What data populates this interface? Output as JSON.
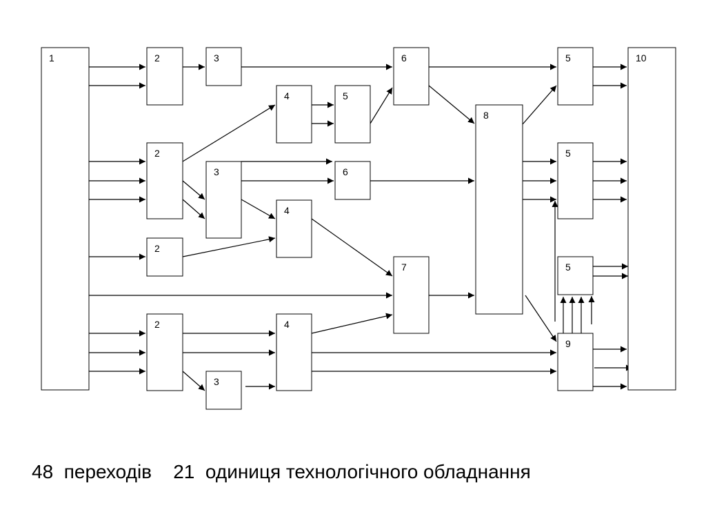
{
  "blocks": [
    {
      "id": "b1",
      "label": "1"
    },
    {
      "id": "b2a",
      "label": "2"
    },
    {
      "id": "b2b",
      "label": "2"
    },
    {
      "id": "b2c",
      "label": "2"
    },
    {
      "id": "b2d",
      "label": "2"
    },
    {
      "id": "b3a",
      "label": "3"
    },
    {
      "id": "b3b",
      "label": "3"
    },
    {
      "id": "b3c",
      "label": "3"
    },
    {
      "id": "b4a",
      "label": "4"
    },
    {
      "id": "b4b",
      "label": "4"
    },
    {
      "id": "b4c",
      "label": "4"
    },
    {
      "id": "b5a",
      "label": "5"
    },
    {
      "id": "b6a",
      "label": "6"
    },
    {
      "id": "b6b",
      "label": "6"
    },
    {
      "id": "b7",
      "label": "7"
    },
    {
      "id": "b8",
      "label": "8"
    },
    {
      "id": "b5b",
      "label": "5"
    },
    {
      "id": "b5c",
      "label": "5"
    },
    {
      "id": "b5d",
      "label": "5"
    },
    {
      "id": "b9",
      "label": "9"
    },
    {
      "id": "b10",
      "label": "10"
    }
  ],
  "caption": {
    "transitions_count": "48",
    "transitions_label": "переходів",
    "units_count": "21",
    "units_label": "одиниця технологічного обладнання"
  }
}
